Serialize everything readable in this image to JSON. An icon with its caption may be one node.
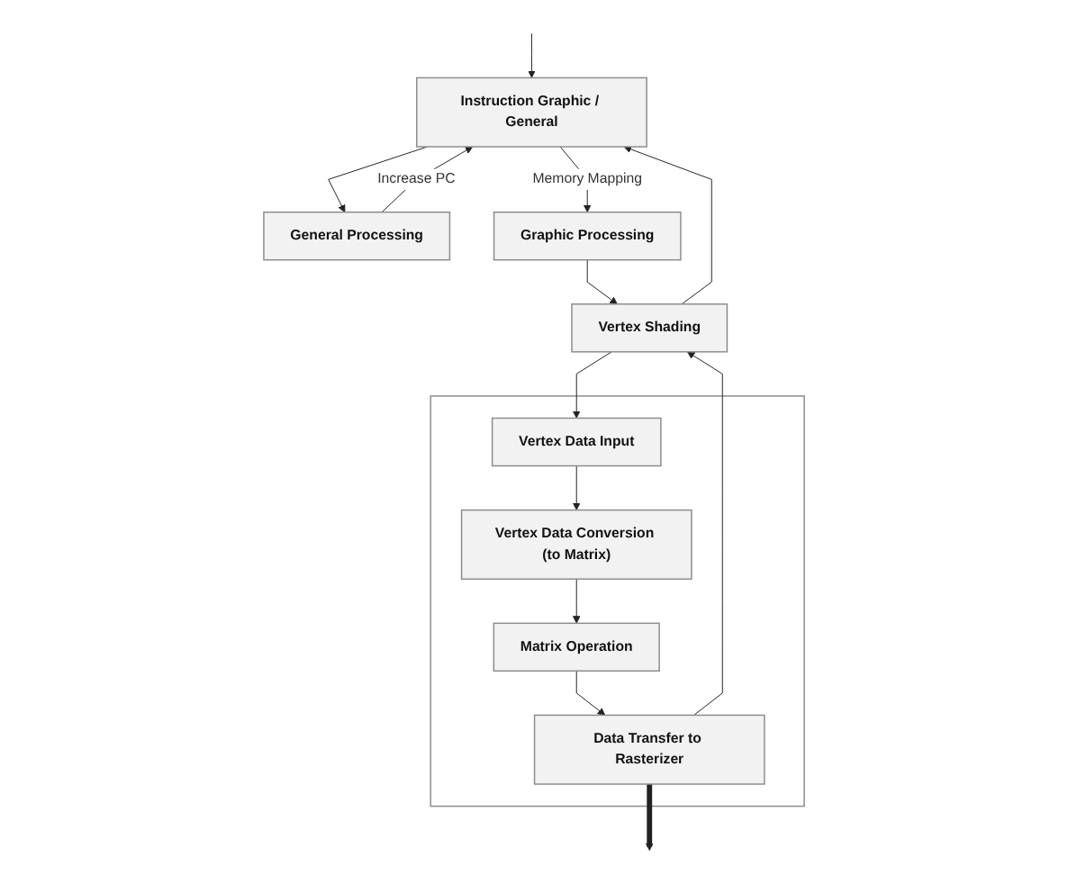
{
  "diagram": {
    "nodes": [
      {
        "text": [
          "Instruction Graphic / General"
        ]
      },
      {
        "text": [
          "General Processing"
        ]
      },
      {
        "text": [
          "Graphic Processing"
        ]
      },
      {
        "text": [
          "Vertex Shading"
        ]
      },
      {
        "text": [],
        "shape": "box"
      },
      {
        "text": [
          "Vertex Data Input"
        ],
        "in": 4
      },
      {
        "text": [
          "Vertex Data Conversion (to Matrix)"
        ],
        "in": 4
      },
      {
        "text": [
          "Matrix Operation"
        ],
        "in": 4
      },
      {
        "text": [
          "Data Transfer to Rasterizer"
        ],
        "in": 4
      }
    ],
    "edges": [
      {
        "from": null,
        "to": 0,
        "arrow": "to"
      },
      {
        "from": 0,
        "to": 1,
        "arrow": "to"
      },
      {
        "from": 0,
        "to": 2,
        "arrow": "to",
        "label": "Memory Mapping"
      },
      {
        "from": 1,
        "to": 0,
        "arrow": "to",
        "label": "Increase PC"
      },
      {
        "from": 3,
        "to": 0,
        "arrow": "to"
      },
      {
        "from": 2,
        "to": 3,
        "arrow": "to"
      },
      {
        "from": 3,
        "to": 5,
        "arrow": "to"
      },
      {
        "from": 5,
        "to": 6,
        "arrow": "to"
      },
      {
        "from": 6,
        "to": 7,
        "arrow": "to"
      },
      {
        "from": 7,
        "to": 8,
        "arrow": "to"
      },
      {
        "from": 8,
        "to": 3,
        "arrow": "to"
      },
      {
        "from": 8,
        "to": null,
        "arrow": "to",
        "style": "thick"
      }
    ]
  }
}
